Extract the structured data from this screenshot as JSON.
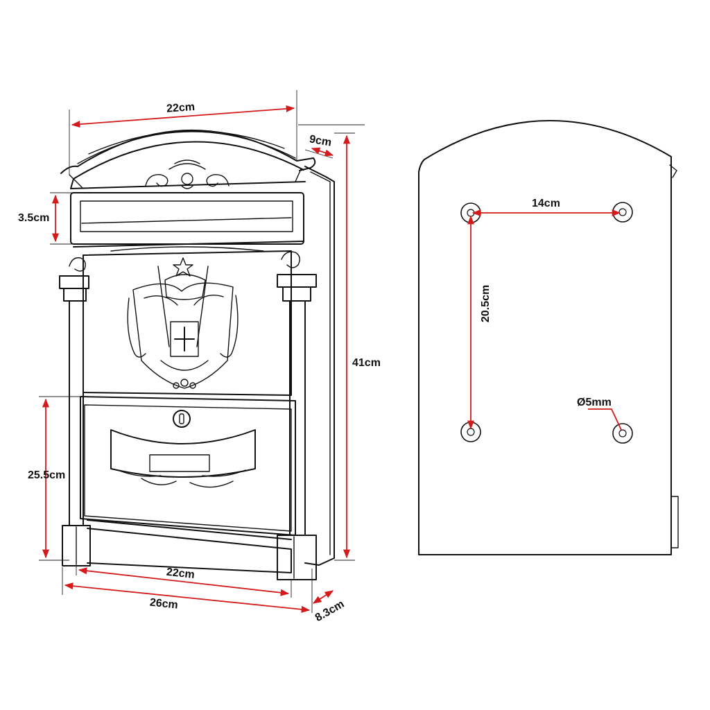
{
  "colors": {
    "dimension_line": "#d41a1a",
    "outline": "#111111",
    "background": "#ffffff"
  },
  "front_view": {
    "dimensions": {
      "top_width": "22cm",
      "top_depth": "9cm",
      "slot_height": "3.5cm",
      "total_height": "41cm",
      "door_height": "25.5cm",
      "door_width": "22cm",
      "base_width": "26cm",
      "base_depth": "8.3cm"
    },
    "icons": [
      "coat-of-arms-emblem-icon",
      "keyhole-icon",
      "star-icon",
      "cross-icon"
    ]
  },
  "back_view": {
    "dimensions": {
      "hole_spacing_horizontal": "14cm",
      "hole_spacing_vertical": "20.5cm",
      "hole_diameter": "Ø5mm"
    },
    "icons": [
      "mounting-hole-icon"
    ]
  }
}
